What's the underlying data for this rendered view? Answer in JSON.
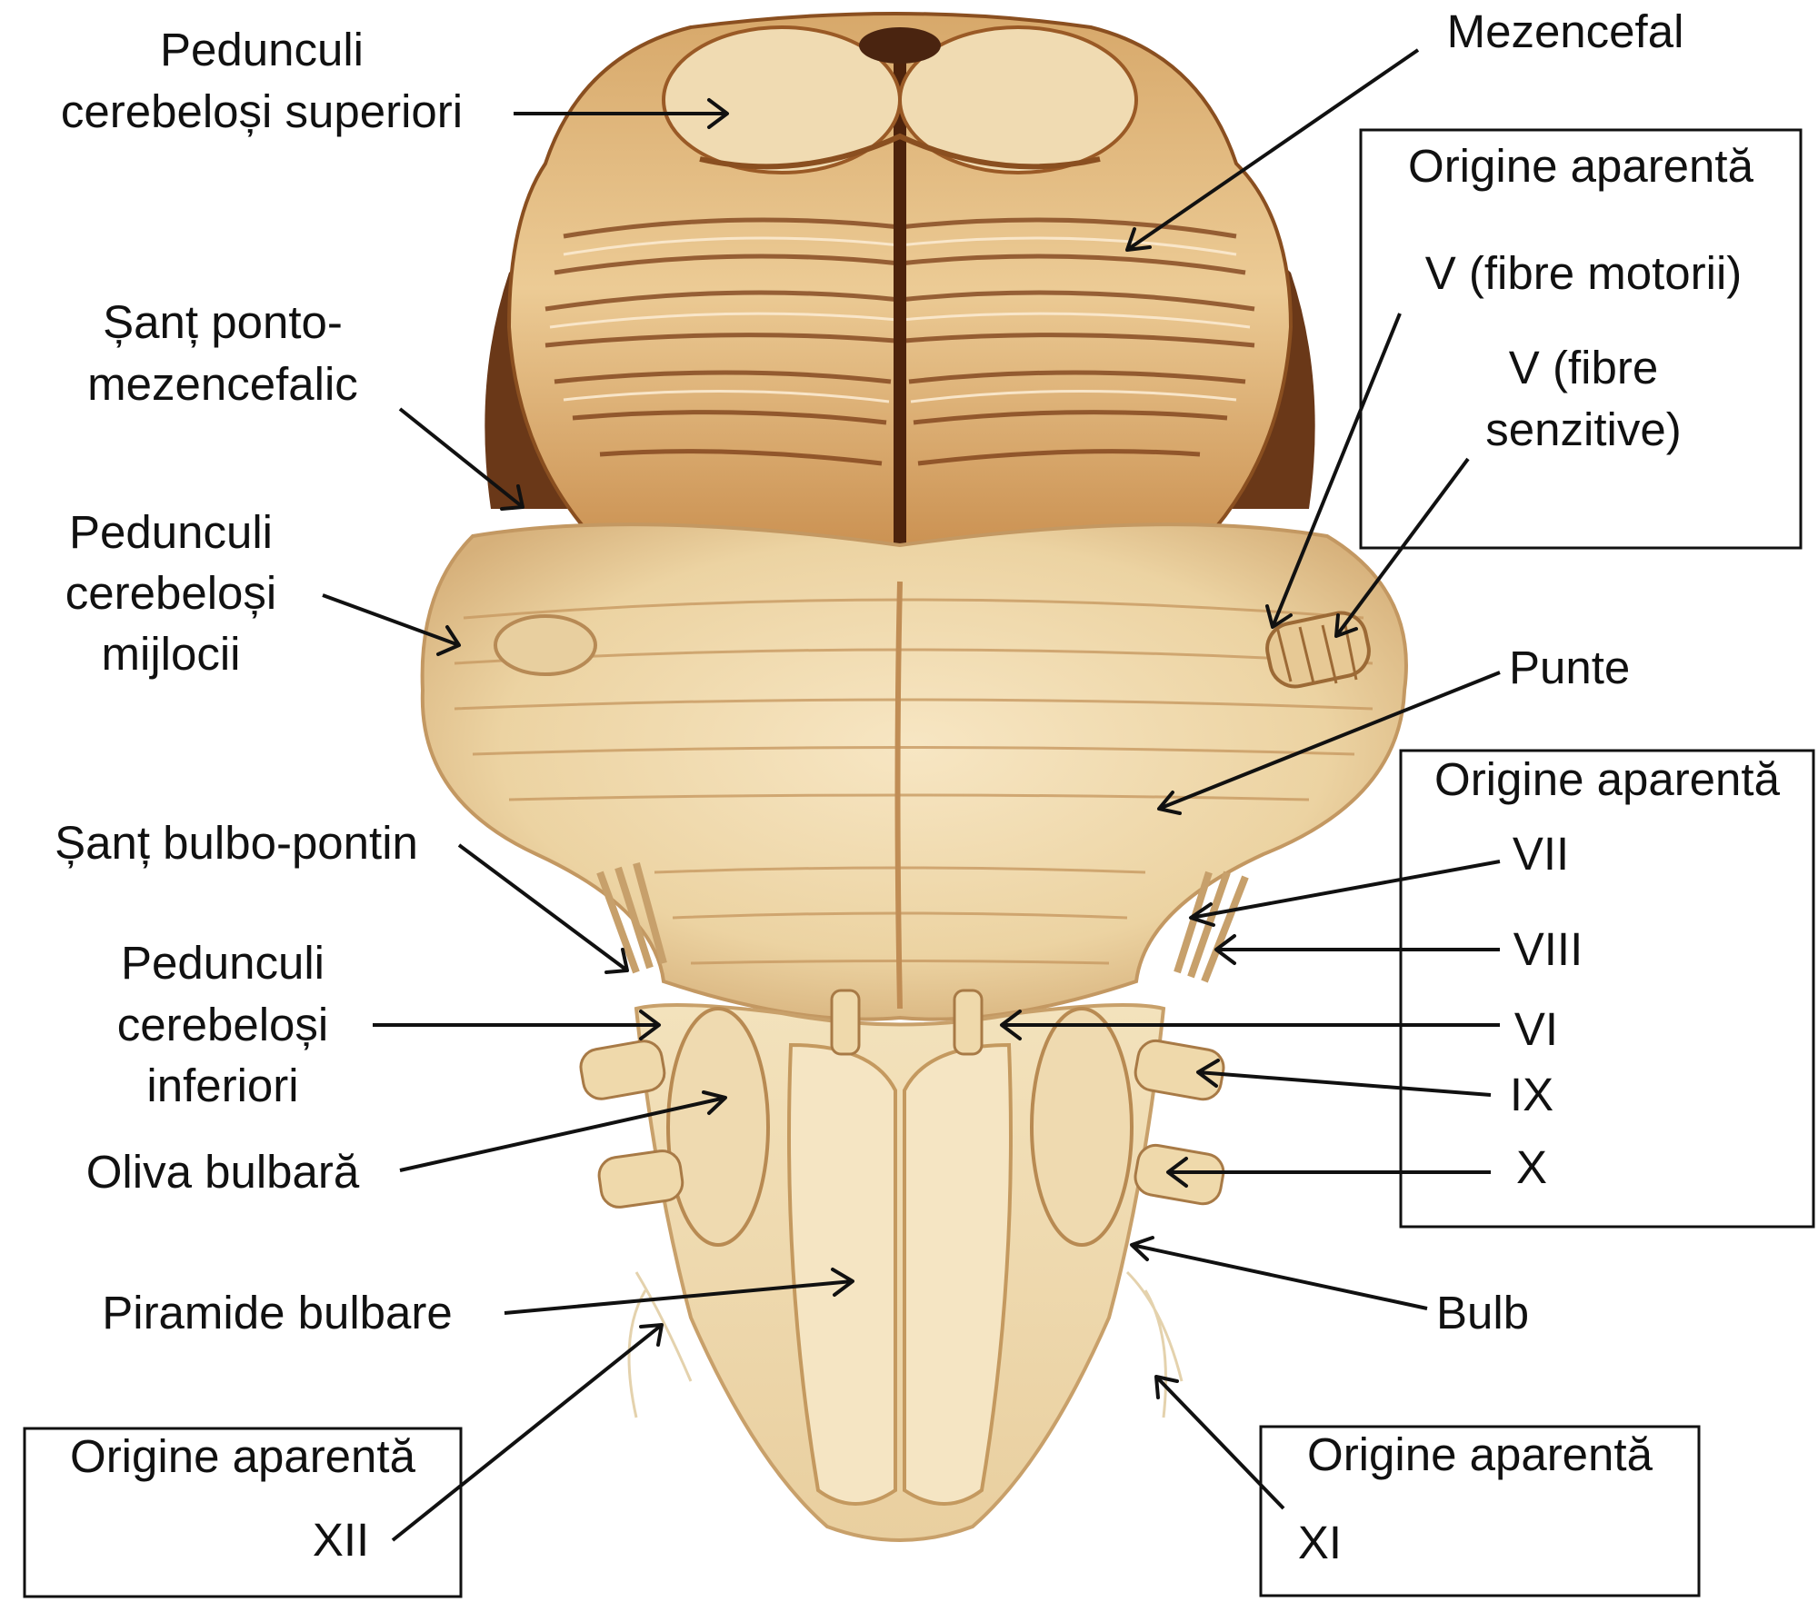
{
  "labels": {
    "peduncle_superior_1": "Pedunculi",
    "peduncle_superior_2": "cerebeloși superiori",
    "mesencephalon": "Mezencefal",
    "sulcus_ponto_mes_1": "Șanț ponto-",
    "sulcus_ponto_mes_2": "mezencefalic",
    "peduncle_middle_1": "Pedunculi",
    "peduncle_middle_2": "cerebeloși",
    "peduncle_middle_3": "mijlocii",
    "pons": "Punte",
    "sulcus_bulbo_pontine": "Șanț bulbo-pontin",
    "peduncle_inferior_1": "Pedunculi",
    "peduncle_inferior_2": "cerebeloși",
    "peduncle_inferior_3": "inferiori",
    "olive": "Oliva bulbară",
    "pyramids": "Piramide bulbare",
    "medulla": "Bulb"
  },
  "boxes": {
    "trigeminal": {
      "title": "Origine aparentă",
      "motor": "V (fibre motorii)",
      "sensory_1": "V (fibre",
      "sensory_2": "senzitive)"
    },
    "pontine_nerves": {
      "title": "Origine aparentă",
      "items": [
        "VII",
        "VIII",
        "VI",
        "IX",
        "X"
      ]
    },
    "hypoglossal": {
      "title": "Origine aparentă",
      "nerve": "XII"
    },
    "accessory": {
      "title": "Origine aparentă",
      "nerve": "XI"
    }
  },
  "colors": {
    "tissue_light": "#f2ddb0",
    "tissue_mid": "#e2bf86",
    "tissue_dark": "#9b5a24",
    "tissue_shadow": "#5a2e12",
    "ink": "#111111"
  }
}
